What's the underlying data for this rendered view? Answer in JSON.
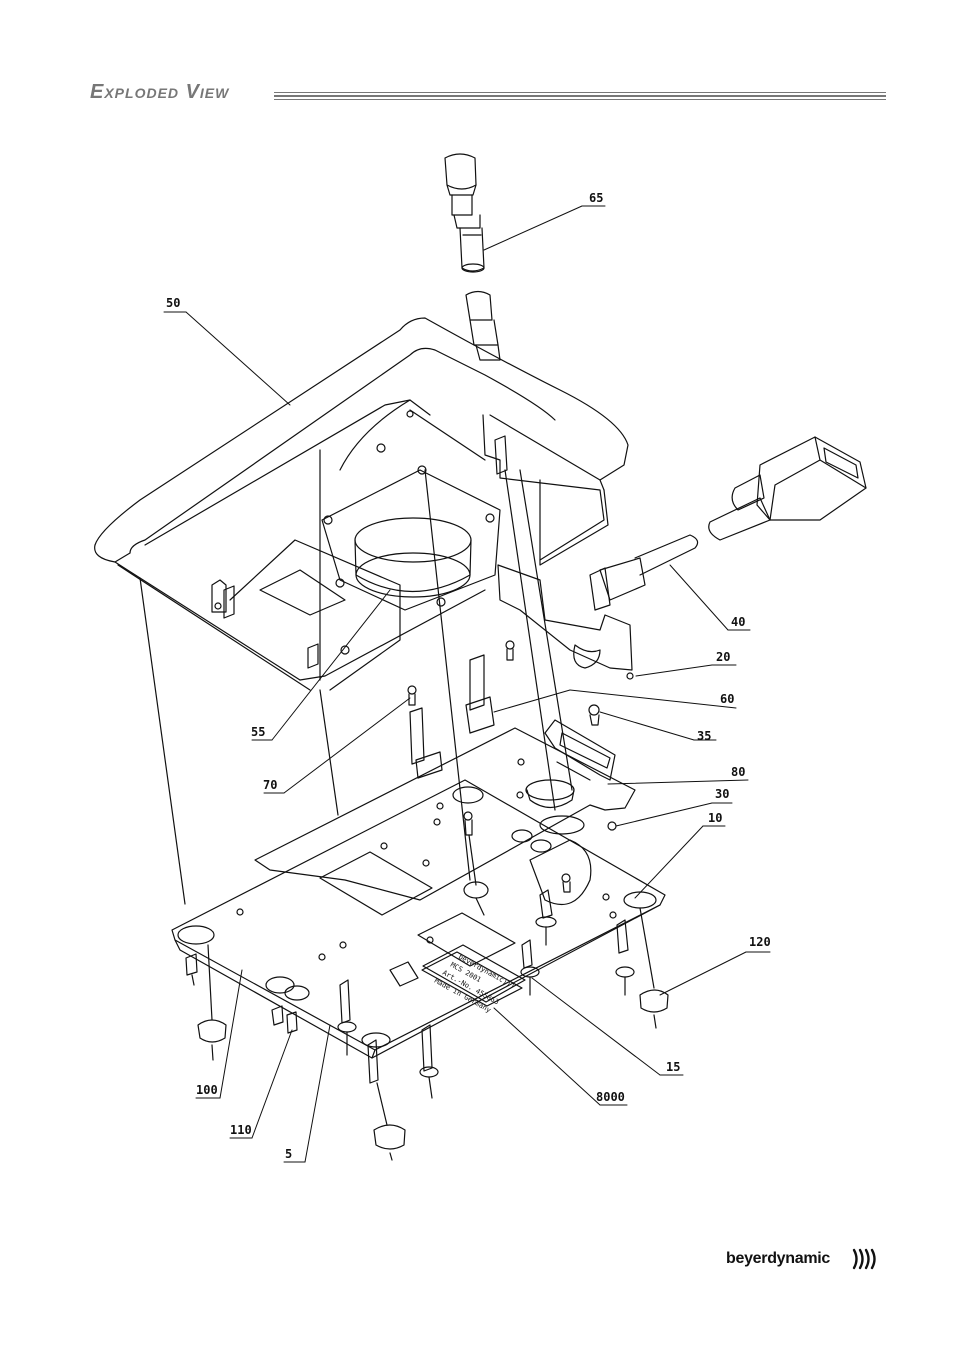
{
  "header": {
    "title": "Exploded View"
  },
  "diagram": {
    "callouts": [
      "65",
      "50",
      "40",
      "20",
      "60",
      "35",
      "55",
      "70",
      "80",
      "30",
      "10",
      "120",
      "15",
      "8000",
      "100",
      "110",
      "5"
    ],
    "label_plate": [
      "beyerdynamic)))",
      "MCS 2001",
      "Art.-No. 455863",
      "Made in Germany"
    ]
  },
  "footer": {
    "brand": "beyerdynamic"
  }
}
